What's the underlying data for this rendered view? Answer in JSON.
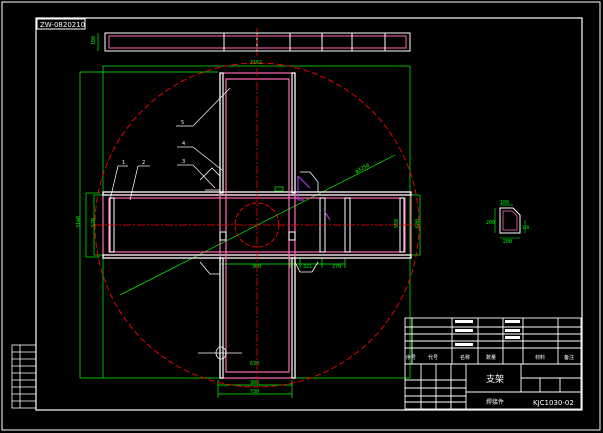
{
  "drawing": {
    "tag": "ZW-0820210",
    "title": "支架",
    "material": "焊接件",
    "code": "KJC1030-02",
    "title_header_cols": [
      "序号",
      "代号",
      "名称",
      "数量",
      "材料",
      "备注"
    ]
  },
  "labels": {
    "callout_1": "1",
    "callout_2": "2",
    "callout_3": "3",
    "callout_4": "4",
    "callout_5": "5",
    "dim_overall_width": "3162",
    "dim_diameter": "φ3250",
    "dim_left_height": "3140",
    "dim_left_inner": "570",
    "dim_right_inner": "550",
    "dim_right_outer": "680",
    "dim_center_300": "300",
    "dim_center_321": "321",
    "dim_center_370": "370",
    "dim_bottom_630": "630",
    "dim_bottom_300": "300",
    "dim_bottom_730": "730",
    "dim_top_view_height": "100",
    "detail_top": "100",
    "detail_left": "200",
    "detail_right": "120",
    "detail_bottom": "200"
  },
  "colors": {
    "background": "#000000",
    "frame": "#ffffff",
    "structure": "#ff69b4",
    "centerline": "#ff0000",
    "dimension": "#00ff00",
    "leader": "#ffffff",
    "accent": "#b040ff"
  }
}
